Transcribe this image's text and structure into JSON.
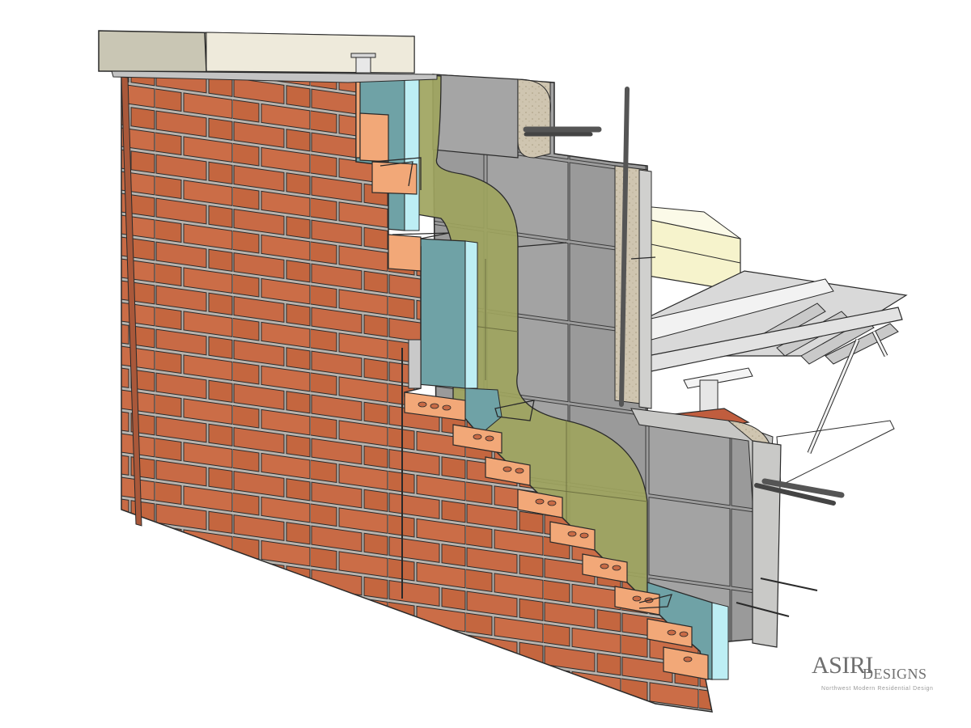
{
  "illustration": {
    "title": "Brick veneer over CMU cavity wall section with steel deck floor",
    "background": "#ffffff",
    "colors": {
      "brick_face": "#c86a45",
      "brick_end": "#f2a878",
      "mortar": "#b9b4ae",
      "rigid_insulation": "#6fa2a6",
      "insulation_edge": "#bdeef4",
      "air_barrier": "#9ea45e",
      "cmu": "#9d9d9d",
      "cmu_light": "#c7c7c5",
      "grout": "#cfc5b0",
      "coping": "#c9c6b4",
      "coping_light": "#eeeadb",
      "floor_insulation": "#f6f3cc",
      "steel_deck": "#d9d9d9",
      "bearing_plate": "#c05d3e",
      "rebar": "#555555",
      "outline": "#2a2a2a"
    },
    "components": [
      "coping-stone",
      "flashing",
      "brick-veneer",
      "rigid-insulation",
      "air-vapor-barrier",
      "cmu-backup-wall",
      "bond-beam",
      "vertical-rebar",
      "horizontal-rebar",
      "masonry-ties",
      "steel-deck",
      "floor-insulation",
      "steel-beam",
      "bearing-plate"
    ]
  },
  "logo": {
    "brand": "ASIRI",
    "brand_suffix": "DESIGNS",
    "tagline": "Northwest Modern Residential Design"
  }
}
